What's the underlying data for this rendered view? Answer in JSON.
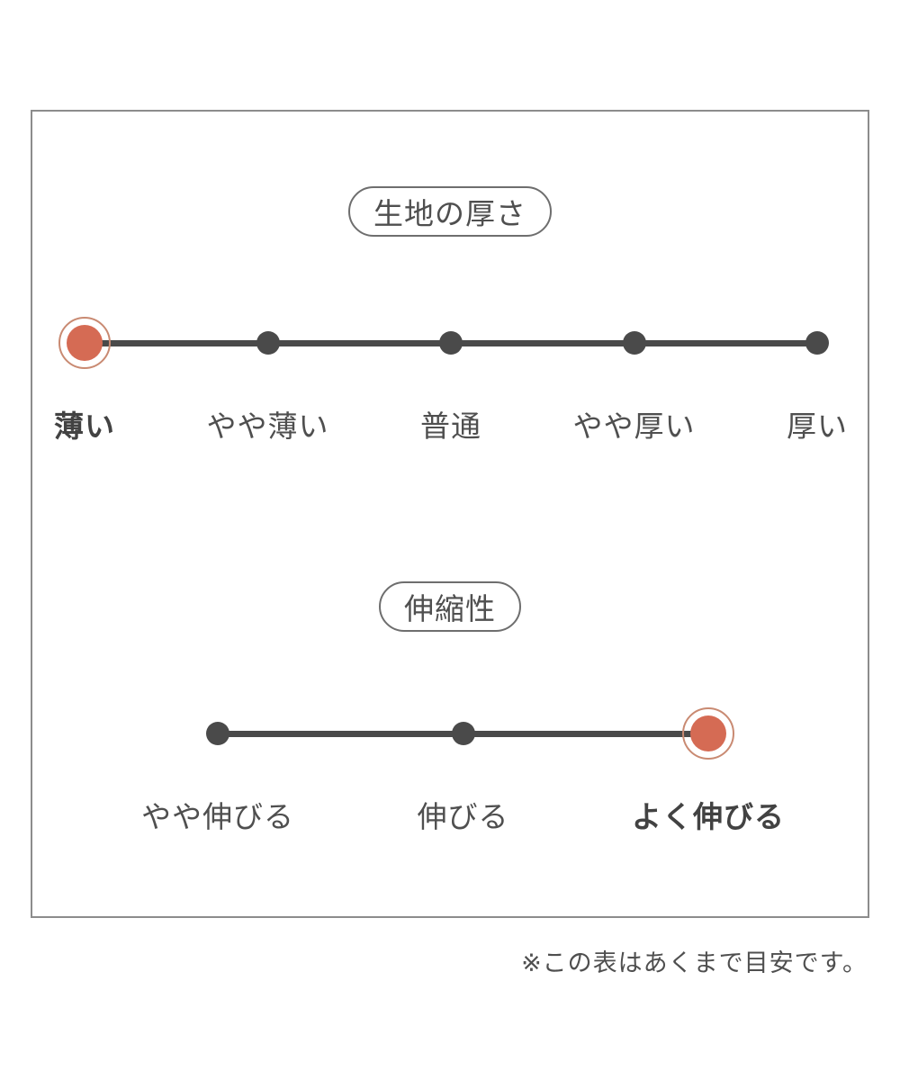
{
  "panel": {
    "scales": [
      {
        "type": "rating-scale",
        "title": "生地の厚さ",
        "levels": [
          "薄い",
          "やや薄い",
          "普通",
          "やや厚い",
          "厚い"
        ],
        "selected_index": 0,
        "selected_label": "薄い"
      },
      {
        "type": "rating-scale",
        "title": "伸縮性",
        "levels": [
          "やや伸びる",
          "伸びる",
          "よく伸びる"
        ],
        "selected_index": 2,
        "selected_label": "よく伸びる"
      }
    ]
  },
  "footnote": "※この表はあくまで目安です。",
  "colors": {
    "accent": "#d56b54",
    "accent_ring": "#c98a72",
    "track": "#4a4a4a",
    "text": "#4f4f4f",
    "panel_border": "#8c8c8c",
    "pill_border": "#6e6e6e",
    "background": "#ffffff"
  }
}
